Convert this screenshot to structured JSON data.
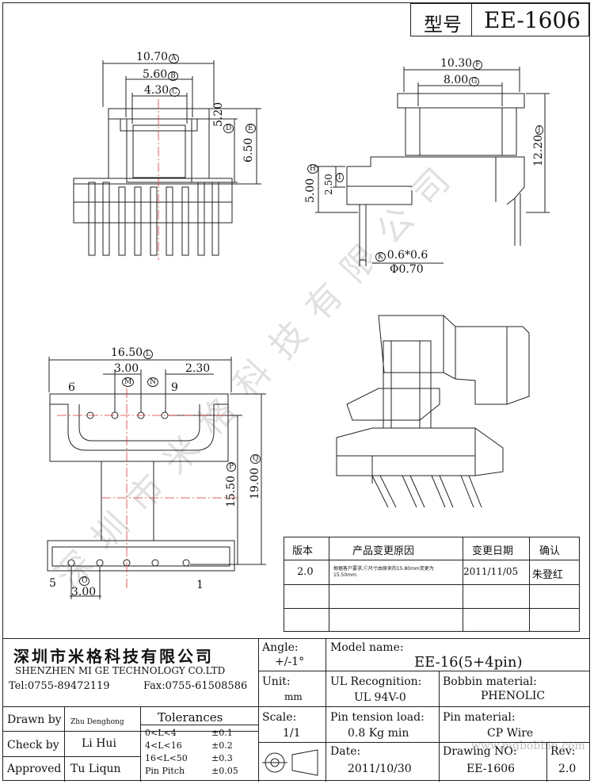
{
  "header": {
    "model_label": "型号",
    "model_value": "EE-1606"
  },
  "dimensions": {
    "front": {
      "a": "10.70",
      "a_ref": "A",
      "b": "5.60",
      "b_ref": "B",
      "c": "4.30",
      "c_ref": "C",
      "d": "5.20",
      "d_ref": "D",
      "e": "6.50",
      "e_ref": "E"
    },
    "side": {
      "f": "10.30",
      "f_ref": "F",
      "g": "8.00",
      "g_ref": "G",
      "j": "12.20",
      "j_ref": "J",
      "h": "5.00",
      "h_ref": "H",
      "i": "2.50",
      "i_ref": "I",
      "k": "0.6*0.6",
      "k_ref": "K",
      "phi": "Φ0.70"
    },
    "bottom": {
      "l": "16.50",
      "l_ref": "L",
      "m": "3.00",
      "m_ref": "M",
      "n_val": "2.30",
      "n_ref": "N",
      "p": "15.50",
      "p_ref": "P",
      "q": "19.00",
      "q_ref": "Q",
      "o": "3.00",
      "o_ref": "O",
      "pin6": "6",
      "pin9": "9",
      "pin5": "5",
      "pin1": "1"
    }
  },
  "revision_table": {
    "headers": [
      "版本",
      "产品变更原因",
      "变更日期",
      "确认"
    ],
    "rows": [
      {
        "version": "2.0",
        "reason_1": "根据客户要求,Ⓒ尺寸由原来的15.80mm变更为",
        "reason_2": "15.50mm.",
        "date": "2011/11/05",
        "confirm": "朱登红"
      },
      {
        "version": "",
        "reason_1": "",
        "reason_2": "",
        "date": "",
        "confirm": ""
      },
      {
        "version": "",
        "reason_1": "",
        "reason_2": "",
        "date": "",
        "confirm": ""
      }
    ]
  },
  "title_block": {
    "company_cn": "深圳市米格科技有限公司",
    "company_en": "SHENZHEN  MI GE TECHNOLOGY  CO.LTD",
    "tel": "Tel:0755-89472119",
    "fax": "Fax:0755-61508586",
    "angle_label": "Angle:",
    "angle_value": "+/-1°",
    "unit_label": "Unit:",
    "unit_value": "mm",
    "scale_label": "Scale:",
    "scale_value": "1/1",
    "model_name_label": "Model name:",
    "model_name_value": "EE-16(5+4pin)",
    "ul_label": "UL Recognition:",
    "ul_value": "UL 94V-0",
    "bobbin_label": "Bobbin material:",
    "bobbin_value": "PHENOLIC",
    "pin_tension_label": "Pin tension load:",
    "pin_tension_value": "0.8 Kg min",
    "pin_material_label": "Pin material:",
    "pin_material_value": "CP Wire",
    "date_label": "Date:",
    "date_value": "2011/10/30",
    "drawing_no_label": "Drawing NO:",
    "drawing_no_value": "EE-1606",
    "rev_label": "Rev:",
    "rev_value": "2.0",
    "drawn_by_label": "Drawn by",
    "drawn_by_value": "Zhu Denghong",
    "check_by_label": "Check by",
    "check_by_value": "Li Hui",
    "approved_label": "Approved",
    "approved_value": "Tu Liqun",
    "tolerances_title": "Tolerances",
    "tolerances": [
      {
        "range": "0<L<4",
        "value": "±0.1"
      },
      {
        "range": "4<L<16",
        "value": "±0.2"
      },
      {
        "range": "16<L<50",
        "value": "±0.3"
      },
      {
        "range": "Pin Pitch",
        "value": "±0.05"
      }
    ]
  },
  "watermark": {
    "text": "深圳市米格科技有限公司",
    "url": "www.mgbobbin.com"
  }
}
